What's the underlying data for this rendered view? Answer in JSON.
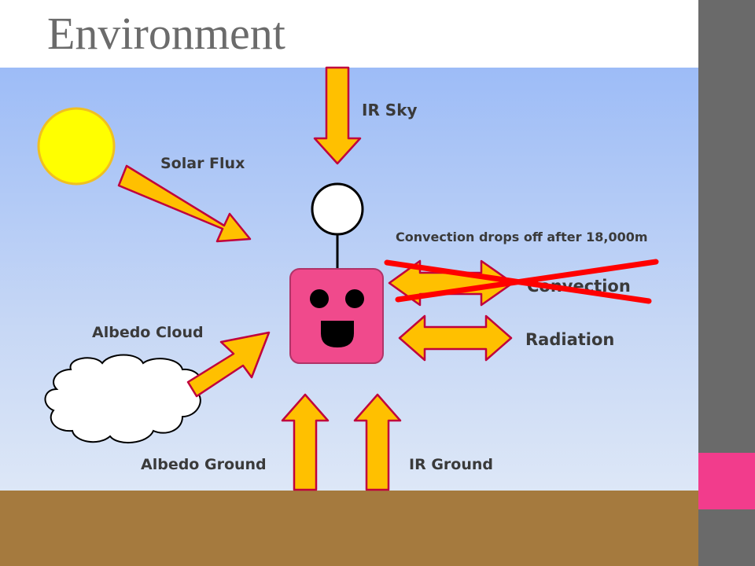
{
  "title": "Environment",
  "labels": {
    "ir_sky": "IR Sky",
    "solar_flux": "Solar Flux",
    "convection_note": "Convection drops off after 18,000m",
    "convection": "Convection",
    "radiation": "Radiation",
    "albedo_cloud": "Albedo Cloud",
    "albedo_ground": "Albedo Ground",
    "ir_ground": "IR Ground"
  },
  "colors": {
    "arrow_fill": "#ffc000",
    "arrow_stroke": "#c0003c",
    "cross": "#ff0000",
    "robot": "#f04a8c",
    "sun": "#ffff00",
    "sun_stroke": "#f0c020",
    "sky_top": "#9dbcf7",
    "ground": "#a57a3e",
    "sidebar": "#6a6a6a",
    "sidebar_accent": "#f23c8c"
  }
}
